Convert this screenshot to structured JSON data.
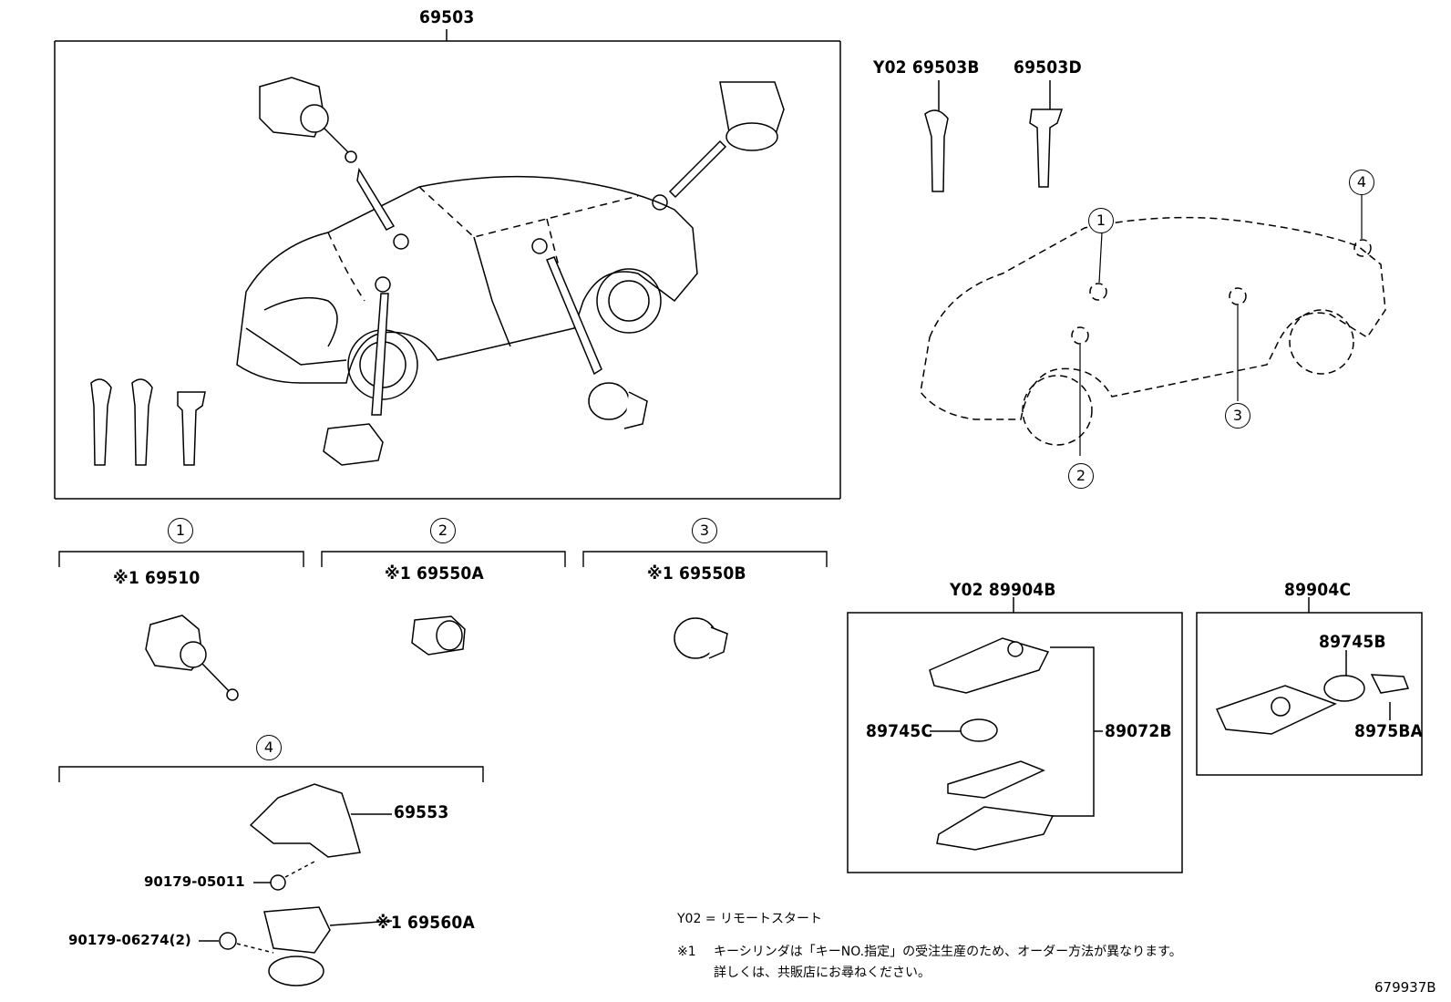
{
  "labels": {
    "main_assembly": "69503",
    "key_y02": "Y02 69503B",
    "key_d": "69503D",
    "part_69510": "※1 69510",
    "part_69550A": "※1 69550A",
    "part_69550B": "※1 69550B",
    "part_69553": "69553",
    "bolt_05011": "90179-05011",
    "bolt_06274": "90179-06274(2)",
    "part_69560A": "※1 69560A",
    "transmitter_y02": "Y02 89904B",
    "part_89745C": "89745C",
    "part_89072B": "89072B",
    "transmitter_c": "89904C",
    "part_89745B": "89745B",
    "part_8975BA": "8975BA",
    "diagram_number": "679937B"
  },
  "callouts": {
    "c1": "1",
    "c2": "2",
    "c3": "3",
    "c4": "4"
  },
  "notes": {
    "y02": "Y02 = リモートスタート",
    "note1_mark": "※1",
    "note1_line1": "キーシリンダは「キーNO.指定」の受注生産のため、オーダー方法が異なります。",
    "note1_line2": "詳しくは、共販店にお尋ねください。"
  }
}
